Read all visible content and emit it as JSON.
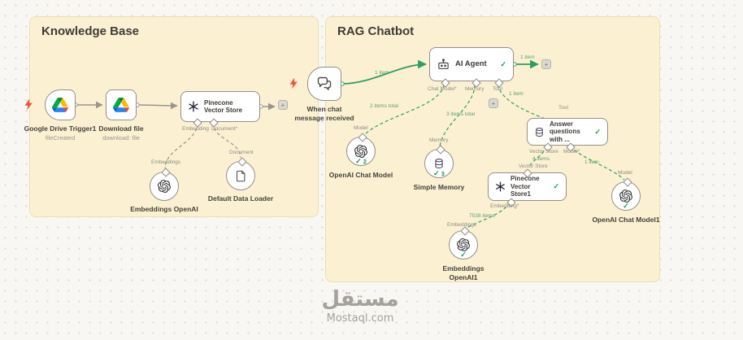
{
  "icons": {
    "check": "✓",
    "plus": "+"
  },
  "watermark": {
    "arabic": "مستقل",
    "latin": "Mostaql.com"
  },
  "knowledge_base": {
    "title": "Knowledge Base",
    "google_drive_trigger": {
      "label": "Google Drive Trigger1",
      "sublabel": "fileCreated"
    },
    "download_file": {
      "label": "Download file",
      "sublabel": "download: file"
    },
    "pinecone": {
      "label": "Pinecone Vector Store",
      "port_embedding": "Embedding",
      "port_document": "Document*"
    },
    "embeddings_openai": {
      "label": "Embeddings OpenAI",
      "port": "Embeddings"
    },
    "default_data_loader": {
      "label": "Default Data Loader",
      "port": "Document"
    }
  },
  "rag": {
    "title": "RAG Chatbot",
    "chat_trigger": {
      "label": "When chat message received"
    },
    "edge_trigger_agent": "1 item",
    "edge_agent_out": "1 item",
    "ai_agent": {
      "label": "AI Agent",
      "port_chat_model": "Chat Model*",
      "port_memory": "Memory",
      "port_tool": "Tool"
    },
    "openai_chat_model": {
      "label": "OpenAI Chat Model",
      "port": "Model",
      "edge": "2 items total",
      "runs": "2"
    },
    "simple_memory": {
      "label": "Simple Memory",
      "port": "Memory",
      "edge": "3 items total",
      "runs": "3"
    },
    "answer_tool": {
      "label": "Answer questions with ...",
      "port": "Tool",
      "edge": "1 item",
      "port_vector_store": "Vector Store",
      "port_model": "Model*"
    },
    "pinecone1": {
      "label": "Pinecone Vector Store1",
      "port": "Vector Store",
      "edge": "4 items",
      "port_embedding": "Embedding*"
    },
    "openai_chat_model1": {
      "label": "OpenAI Chat Model1",
      "port": "Model",
      "edge": "1 item"
    },
    "embeddings_openai1": {
      "label": "Embeddings OpenAI1",
      "port": "Embeddings",
      "edge": "7538 items"
    }
  }
}
